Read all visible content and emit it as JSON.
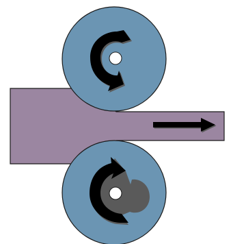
{
  "diagram": {
    "colors": {
      "background": "#ffffff",
      "roller_fill": "#6b95b3",
      "roller_stroke": "#1b1b1b",
      "workpiece_fill": "#9b86a1",
      "workpiece_stroke": "#1b1b1b",
      "hub_fill": "#ffffff",
      "arrow_fill": "#000000",
      "arrow_shadow": "#5a5a5a"
    },
    "top_roller": {
      "rotation": "clockwise",
      "icon": "curved-rotation-arrow-icon"
    },
    "bottom_roller": {
      "rotation": "counterclockwise",
      "icon": "curved-rotation-arrow-icon"
    },
    "feed_arrow": {
      "direction": "right",
      "icon": "straight-arrow-icon"
    }
  }
}
